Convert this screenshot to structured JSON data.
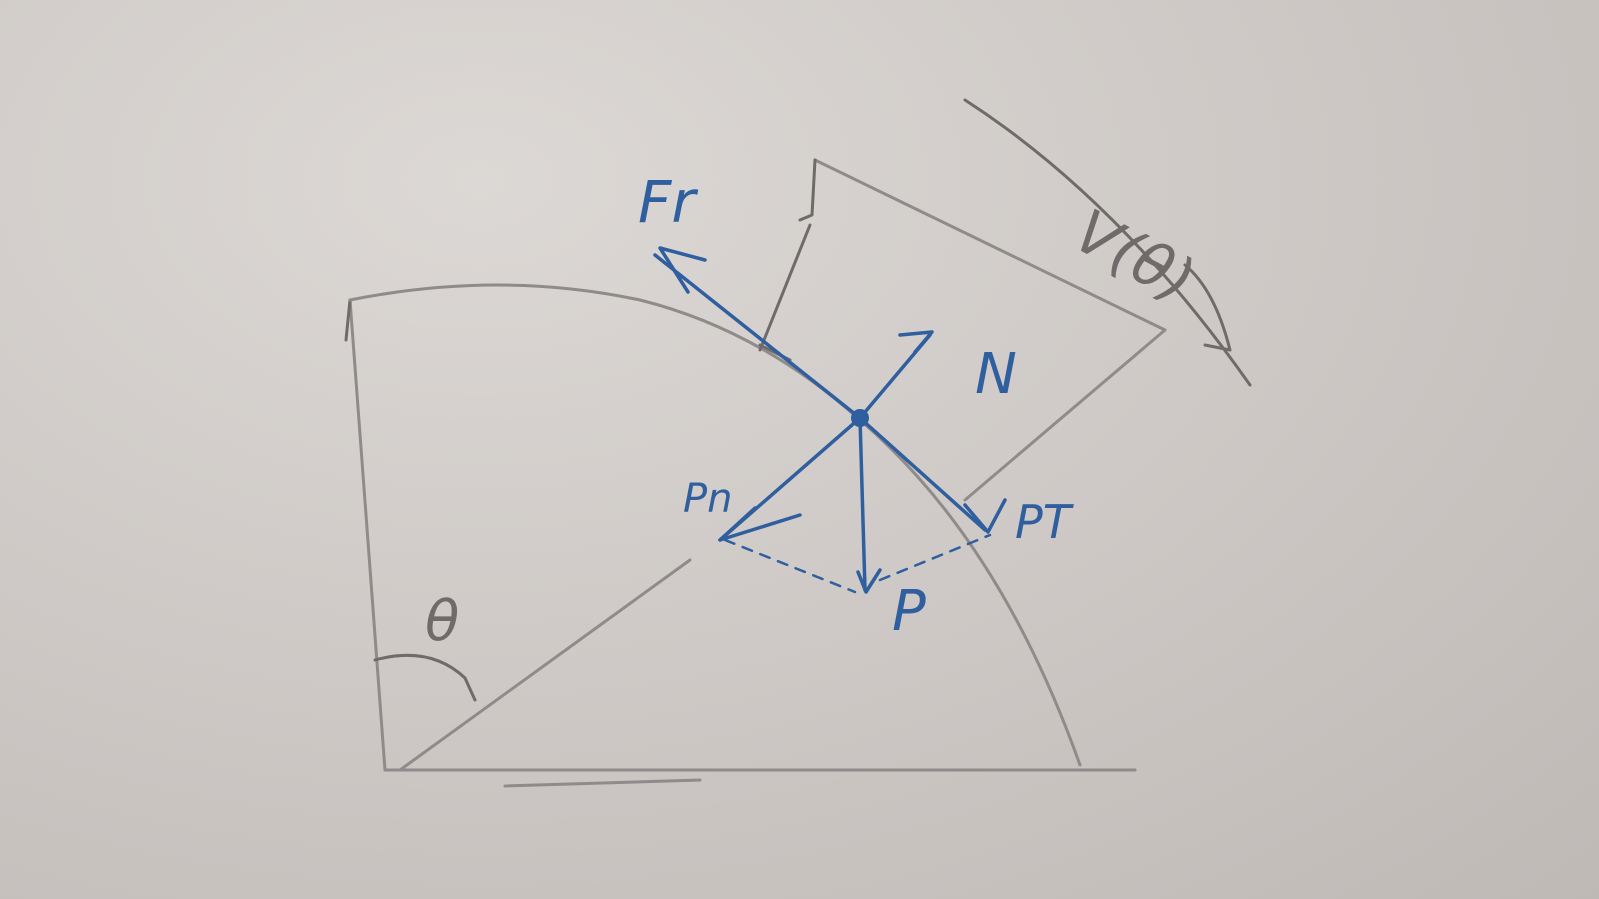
{
  "labels": {
    "friction": "Fr",
    "velocity": "V(θ)",
    "normal": "N",
    "weight": "P",
    "weight_normal": "Pn",
    "weight_tangential": "PT",
    "angle": "θ"
  },
  "colors": {
    "board": "#c9c4c2",
    "pencil": "#8f8b8a",
    "ink": "#2f5f9e"
  }
}
